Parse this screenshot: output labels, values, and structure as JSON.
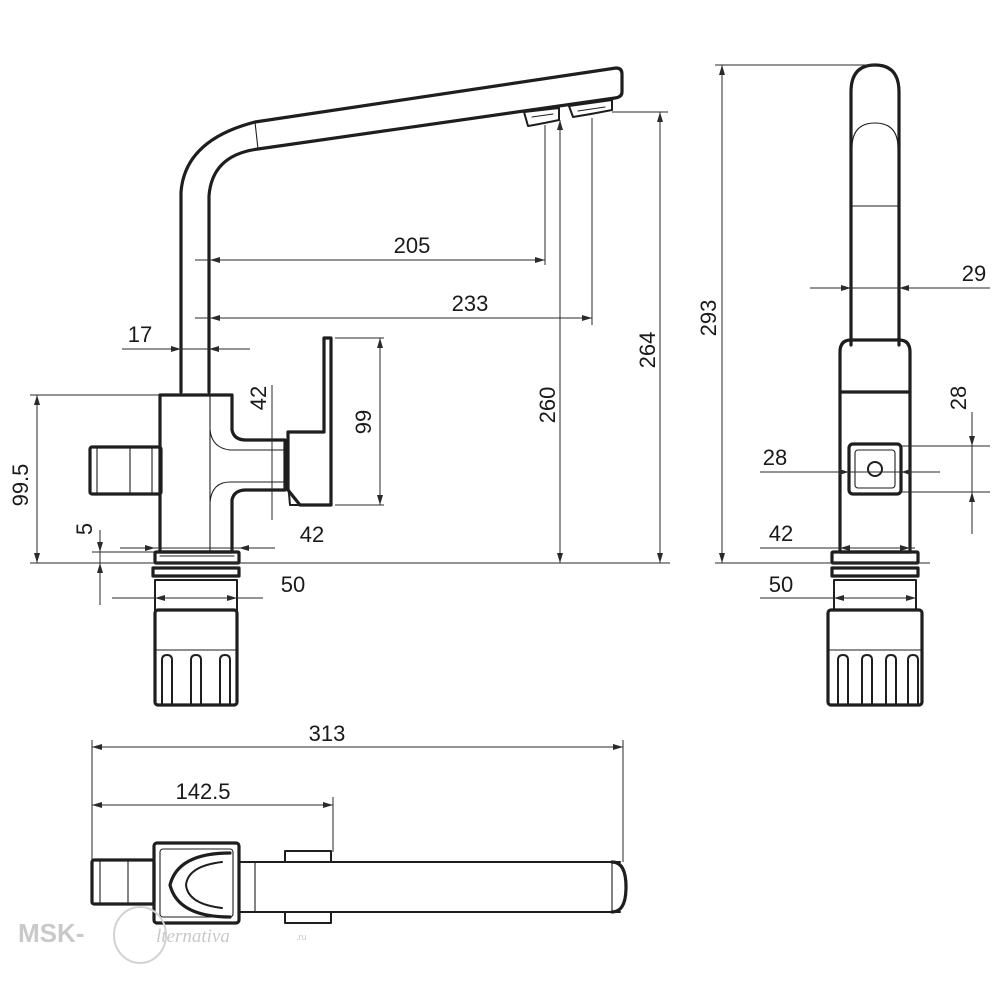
{
  "dimensions": {
    "spout_reach_1": "205",
    "spout_reach_2": "233",
    "spout_tube_dia": "17",
    "body_offset": "42",
    "handle_height": "99",
    "outlet_height_1": "260",
    "outlet_height_2": "264",
    "total_height": "293",
    "inlet_height": "99.5",
    "base_ring": "5",
    "base_width": "42",
    "mount_dia": "50",
    "top_overall_length": "313",
    "top_body_length": "142.5"
  },
  "side_dimensions": {
    "spout_width": "29",
    "inlet_vertical": "28",
    "inlet_horizontal": "28",
    "base_width": "42",
    "mount_dia": "50"
  },
  "watermark": {
    "brand": "MSK-",
    "script": "lternativa",
    "domain": ".ru"
  }
}
